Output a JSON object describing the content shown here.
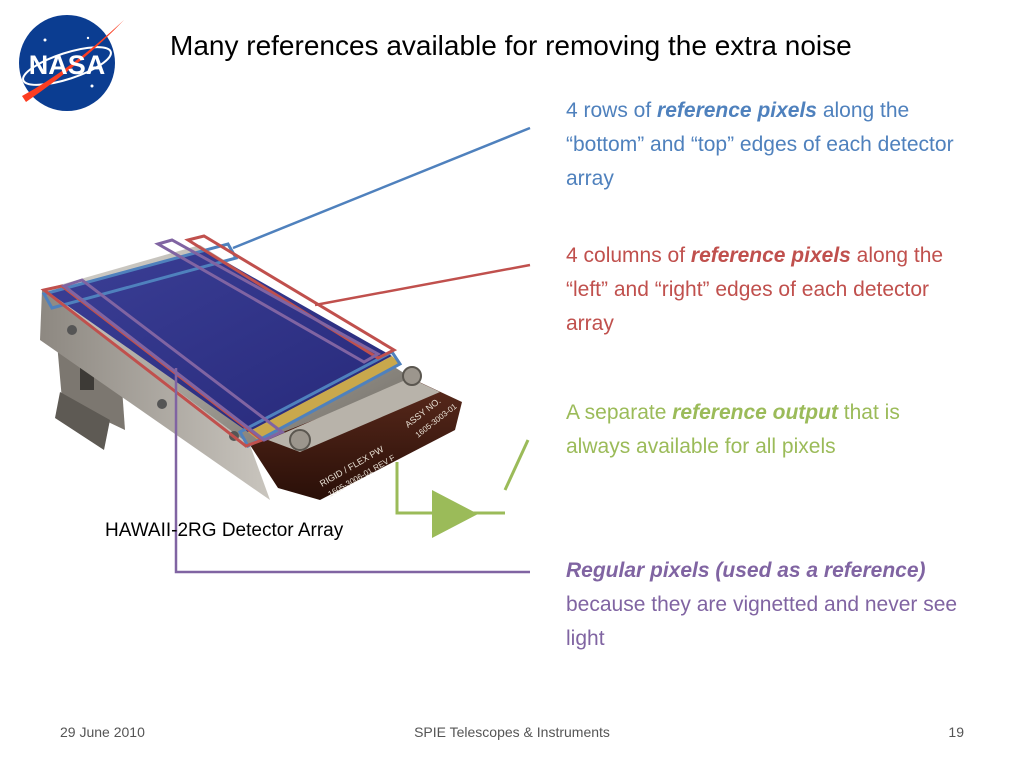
{
  "slide": {
    "title": "Many references available for removing the extra noise",
    "logo_text": "NASA",
    "caption": "HAWAII-2RG Detector Array",
    "device_label_1": "RIGID / FLEX PW",
    "device_label_2": "1605-3006-01 REV F",
    "device_label_3": "ASSY NO.",
    "device_label_4": "1605-3003-01",
    "items": [
      {
        "color": "#4f81bd",
        "pre": "4 rows of ",
        "emph": "reference pixels",
        "post": " along the “bottom” and “top” edges of each detector array"
      },
      {
        "color": "#c0504d",
        "pre": "4 columns of ",
        "emph": "reference pixels",
        "post": " along the “left” and “right” edges of each detector array"
      },
      {
        "color": "#9bbb59",
        "pre": "A separate ",
        "emph": "reference output",
        "post": " that is always available for all pixels"
      },
      {
        "color": "#8064a2",
        "pre": "",
        "emph": "Regular pixels (used as a reference)",
        "post": " because they are vignetted and never see light"
      }
    ],
    "footer": {
      "date": "29 June 2010",
      "conference": "SPIE Telescopes & Instruments",
      "page": "19"
    }
  }
}
